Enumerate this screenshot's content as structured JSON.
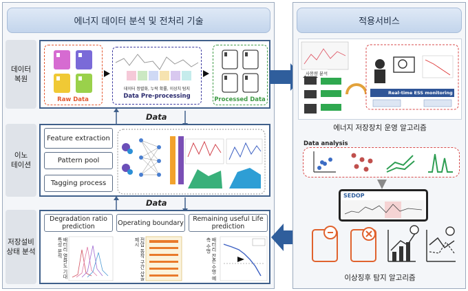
{
  "left": {
    "header": "에너지 데이터 분석 및 전처리 기술",
    "sides": [
      "데이터\n복원",
      "이노\n테이션",
      "저장설비\n상태 분석"
    ],
    "restore": {
      "raw_label": "Raw Data",
      "pre_caption": "데이터 정렬화, 누락 확률, 이상치 탐지",
      "pre_label": "Data Pre-processing",
      "processed_label": "Processed Data"
    },
    "data_word_1": "Data",
    "data_word_2": "Data",
    "annotation": {
      "feature": "Feature extraction",
      "pattern": "Pattern pool",
      "tagging": "Tagging process"
    },
    "analysis": {
      "titles": [
        "Degradation ratio prediction",
        "Operating boundary",
        "Remaining useful Life prediction"
      ],
      "kr_1": "배터리 열화도 기대 특성 분석",
      "kr_2": "전압 동작 구간 산출 제시",
      "kr_3": "배터리 잔존 수명 예측 수명"
    }
  },
  "right": {
    "header": "적용서비스",
    "ess": {
      "caption": "에너지 저장장치 운영 알고리즘",
      "tag_1": "사용량 분석",
      "tag_2": "Real-time ESS monitoring"
    },
    "analysis_label": "Data analysis",
    "sedop_label": "SEDOP",
    "anomaly_caption": "이상징후 탐지 알고리즘"
  },
  "colors": {
    "frame": "#3f5f8a",
    "arrow": "#2f5e9c",
    "raw_border": "#e4572e",
    "pre_border": "#3c3aa0",
    "processed_border": "#3e9b45"
  }
}
